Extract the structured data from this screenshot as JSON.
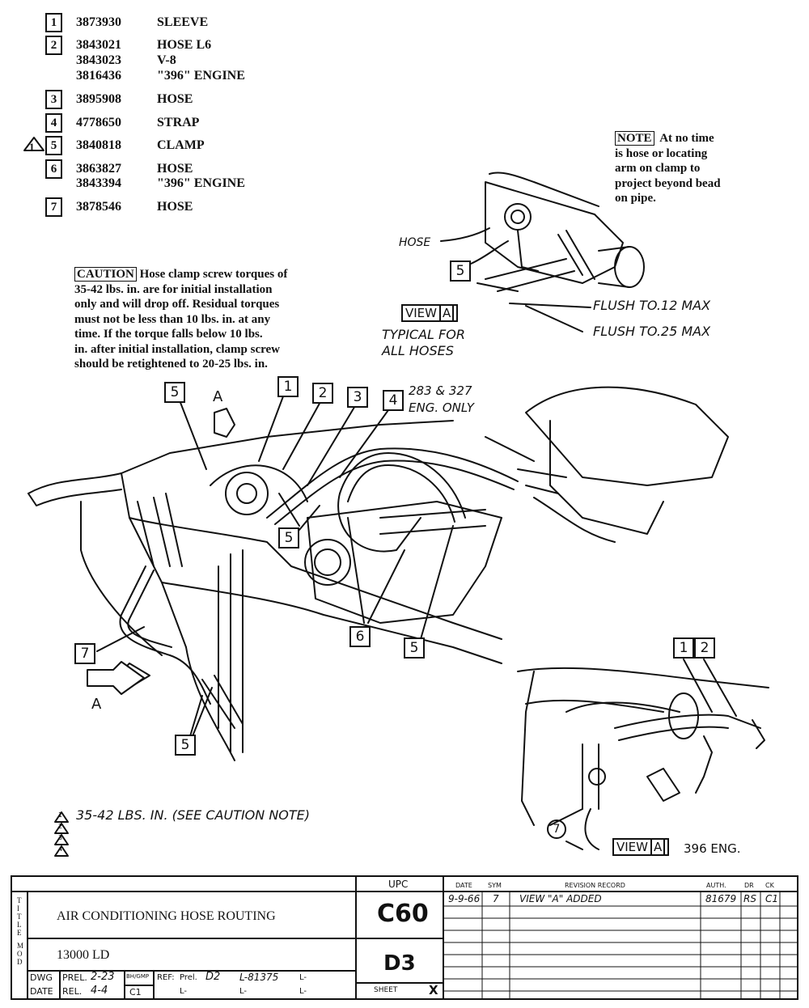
{
  "parts": [
    {
      "num": "1",
      "codes": [
        "3873930"
      ],
      "desc": [
        "SLEEVE"
      ]
    },
    {
      "num": "2",
      "codes": [
        "3843021",
        "3843023",
        "3816436"
      ],
      "desc": [
        "HOSE L6",
        "V-8",
        "\"396\" ENGINE"
      ]
    },
    {
      "num": "3",
      "codes": [
        "3895908"
      ],
      "desc": [
        "HOSE"
      ]
    },
    {
      "num": "4",
      "codes": [
        "4778650"
      ],
      "desc": [
        "STRAP"
      ]
    },
    {
      "num": "5",
      "codes": [
        "3840818"
      ],
      "desc": [
        "CLAMP"
      ],
      "flag": "1"
    },
    {
      "num": "6",
      "codes": [
        "3863827",
        "3843394"
      ],
      "desc": [
        "HOSE",
        "\"396\" ENGINE"
      ]
    },
    {
      "num": "7",
      "codes": [
        "3878546"
      ],
      "desc": [
        "HOSE"
      ]
    }
  ],
  "note": {
    "label": "NOTE",
    "lines": [
      "At no time",
      "is hose or locating",
      "arm on clamp to",
      "project beyond bead",
      "on pipe."
    ]
  },
  "caution": {
    "label": "CAUTION",
    "first": "Hose clamp screw torques of",
    "lines": [
      "35-42 lbs. in. are for initial installation",
      "only and will drop off.  Residual torques",
      "must not be less than 10 lbs. in. at any",
      "time.  If the torque falls below 10 lbs.",
      "in. after initial installation, clamp screw",
      "should be retightened to 20-25 lbs. in."
    ]
  },
  "viewA": {
    "view_label": "VIEW",
    "letter": "A",
    "typical": "TYPICAL FOR",
    "all_hoses": "ALL HOSES",
    "hose_label": "HOSE",
    "flush1": "FLUSH TO.12 MAX",
    "flush2": "FLUSH TO.25 MAX"
  },
  "main_labels": {
    "a_top": "A",
    "a_bottom": "A",
    "eng_line1": "283 & 327",
    "eng_line2": "ENG. ONLY"
  },
  "view396": {
    "view_label": "VIEW",
    "letter": "A",
    "suffix": "396 ENG."
  },
  "torque_note": {
    "text": "35-42  LBS. IN.  (SEE CAUTION NOTE)",
    "flags": [
      "1",
      "2",
      "3",
      "4"
    ]
  },
  "title_block": {
    "upc_header": "UPC",
    "title_letters": [
      "T",
      "I",
      "T",
      "L",
      "E"
    ],
    "title": "AIR CONDITIONING HOSE ROUTING",
    "mod_letters": [
      "M",
      "O",
      "D"
    ],
    "model": "13000 LD",
    "upc_code": "C60",
    "sheet_code": "D3",
    "sheet_label": "SHEET",
    "sheet_mark": "X",
    "dwg_label": "DWG",
    "date_label": "DATE",
    "prel_label": "PREL.",
    "prel_date": "2-23",
    "rel_label": "REL.",
    "rel_date": "4-4",
    "bh_gmp": "BH/GMP",
    "c1": "C1",
    "ref_label": "REF:",
    "ref_prel": "Prel.",
    "ref_val": "D2",
    "ref_num": "L-81375",
    "l_marks": [
      "L-",
      "L-",
      "L-",
      "L-"
    ],
    "rev_headers": [
      "DATE",
      "SYM",
      "REVISION RECORD",
      "AUTH.",
      "DR",
      "CK"
    ],
    "rev_rows": [
      {
        "date": "9-9-66",
        "sym": "7",
        "record": "VIEW \"A\" ADDED",
        "auth": "81679",
        "dr": "RS",
        "ck": "C1"
      }
    ]
  }
}
